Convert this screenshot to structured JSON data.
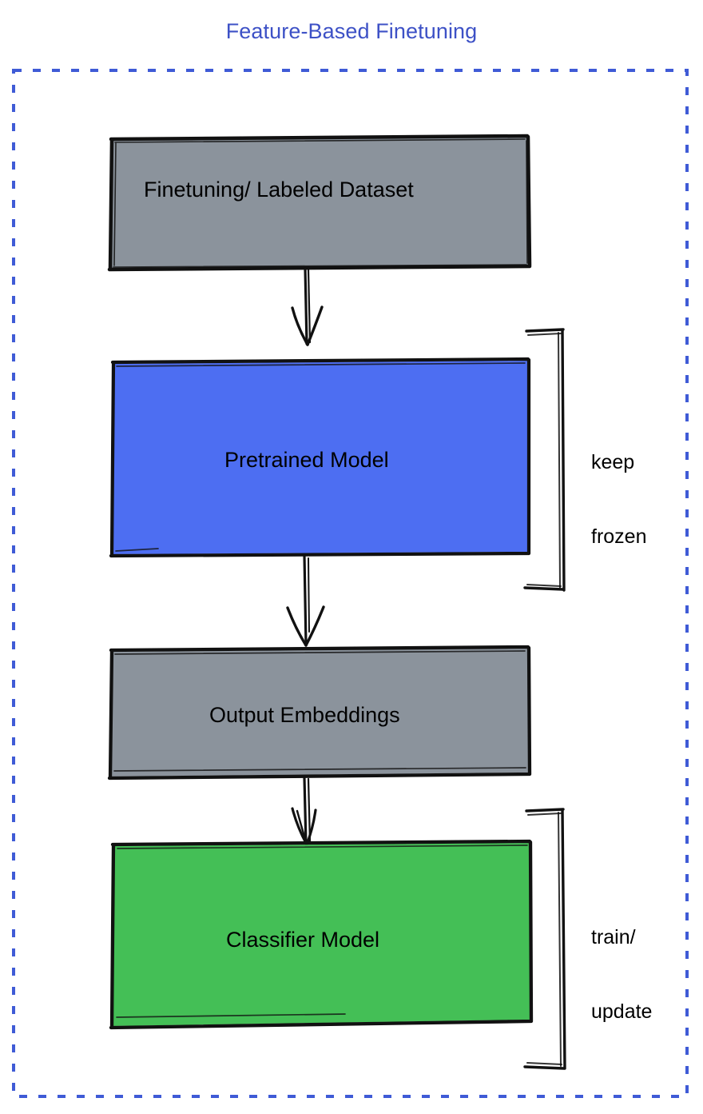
{
  "title": "Feature-Based Finetuning",
  "theme": {
    "title_color": "#3d51c6",
    "frame_color": "#3f5bd6",
    "gray_fill": "#8b939c",
    "blue_fill": "#4d6ef2",
    "green_fill": "#44bf56",
    "stroke_color": "#111111",
    "background": "#ffffff"
  },
  "frame": {
    "name": "dashed-container",
    "style": "dashed",
    "color": "#3f5bd6"
  },
  "nodes": [
    {
      "id": "dataset",
      "label": "Finetuning/ Labeled Dataset",
      "fill": "#8b939c",
      "fill_name": "gray"
    },
    {
      "id": "pretrained",
      "label": "Pretrained Model",
      "fill": "#4d6ef2",
      "fill_name": "blue"
    },
    {
      "id": "embeddings",
      "label": "Output Embeddings",
      "fill": "#8b939c",
      "fill_name": "gray"
    },
    {
      "id": "classifier",
      "label": "Classifier Model",
      "fill": "#44bf56",
      "fill_name": "green"
    }
  ],
  "annotations": [
    {
      "id": "keep-frozen",
      "line1": "keep",
      "line2": "frozen",
      "target": "pretrained"
    },
    {
      "id": "train-update",
      "line1": "train/",
      "line2": "update",
      "target": "classifier"
    }
  ],
  "arrows": [
    {
      "from": "dataset",
      "to": "pretrained"
    },
    {
      "from": "pretrained",
      "to": "embeddings"
    },
    {
      "from": "embeddings",
      "to": "classifier"
    }
  ]
}
